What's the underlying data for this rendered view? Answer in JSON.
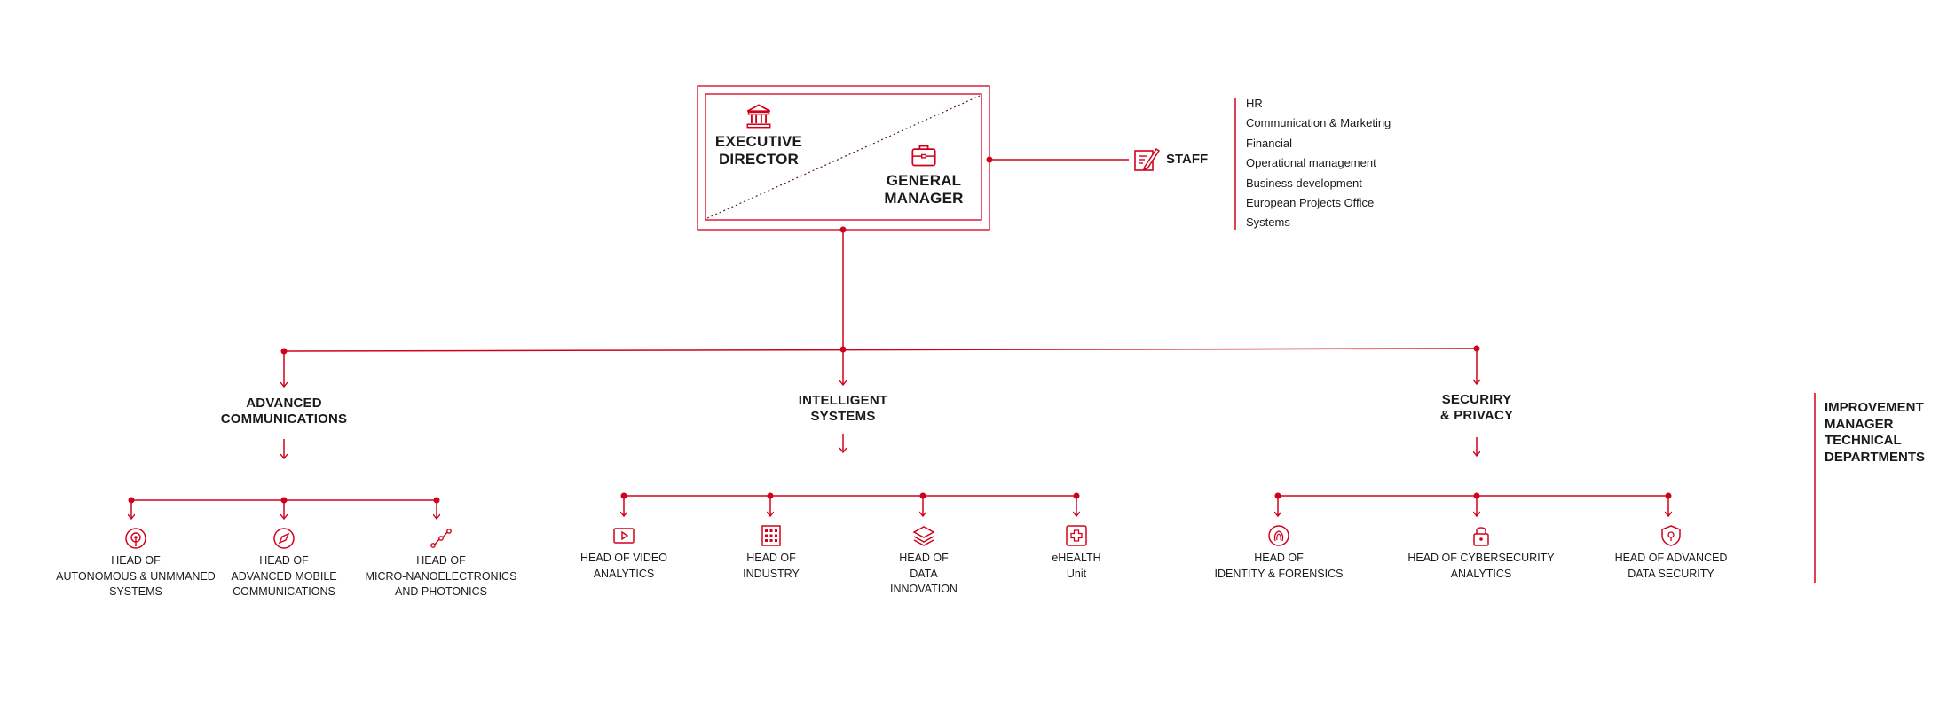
{
  "colors": {
    "accent": "#d0021b",
    "text": "#1a1a1a"
  },
  "top": {
    "executive_director": "EXECUTIVE\nDIRECTOR",
    "general_manager": "GENERAL\nMANAGER",
    "staff_label": "STAFF",
    "staff_items": [
      "HR",
      "Communication & Marketing",
      "Financial",
      "Operational management",
      "Business development",
      "European Projects Office",
      "Systems"
    ]
  },
  "departments": [
    {
      "title": "ADVANCED\nCOMMUNICATIONS",
      "heads": [
        {
          "label": "HEAD OF\nAUTONOMOUS & UNMMANED\nSYSTEMS",
          "icon": "drone-icon"
        },
        {
          "label": "HEAD OF\nADVANCED MOBILE\nCOMMUNICATIONS",
          "icon": "compass-icon"
        },
        {
          "label": "HEAD OF\nMICRO-NANOELECTRONICS\nAND PHOTONICS",
          "icon": "circuit-icon"
        }
      ]
    },
    {
      "title": "INTELLIGENT\nSYSTEMS",
      "heads": [
        {
          "label": "HEAD OF VIDEO\nANALYTICS",
          "icon": "video-icon"
        },
        {
          "label": "HEAD OF\nINDUSTRY",
          "icon": "factory-grid-icon"
        },
        {
          "label": "HEAD OF\nDATA\nINNOVATION",
          "icon": "layers-icon"
        },
        {
          "label": "eHEALTH\nUnit",
          "icon": "health-cross-icon"
        }
      ]
    },
    {
      "title": "SECURIRY\n& PRIVACY",
      "heads": [
        {
          "label": "HEAD OF\nIDENTITY & FORENSICS",
          "icon": "fingerprint-icon"
        },
        {
          "label": "HEAD OF CYBERSECURITY\nANALYTICS",
          "icon": "lock-icon"
        },
        {
          "label": "HEAD OF ADVANCED\nDATA SECURITY",
          "icon": "shield-icon"
        }
      ]
    }
  ],
  "side_label": "IMPROVEMENT\nMANAGER\nTECHNICAL\nDEPARTMENTS"
}
